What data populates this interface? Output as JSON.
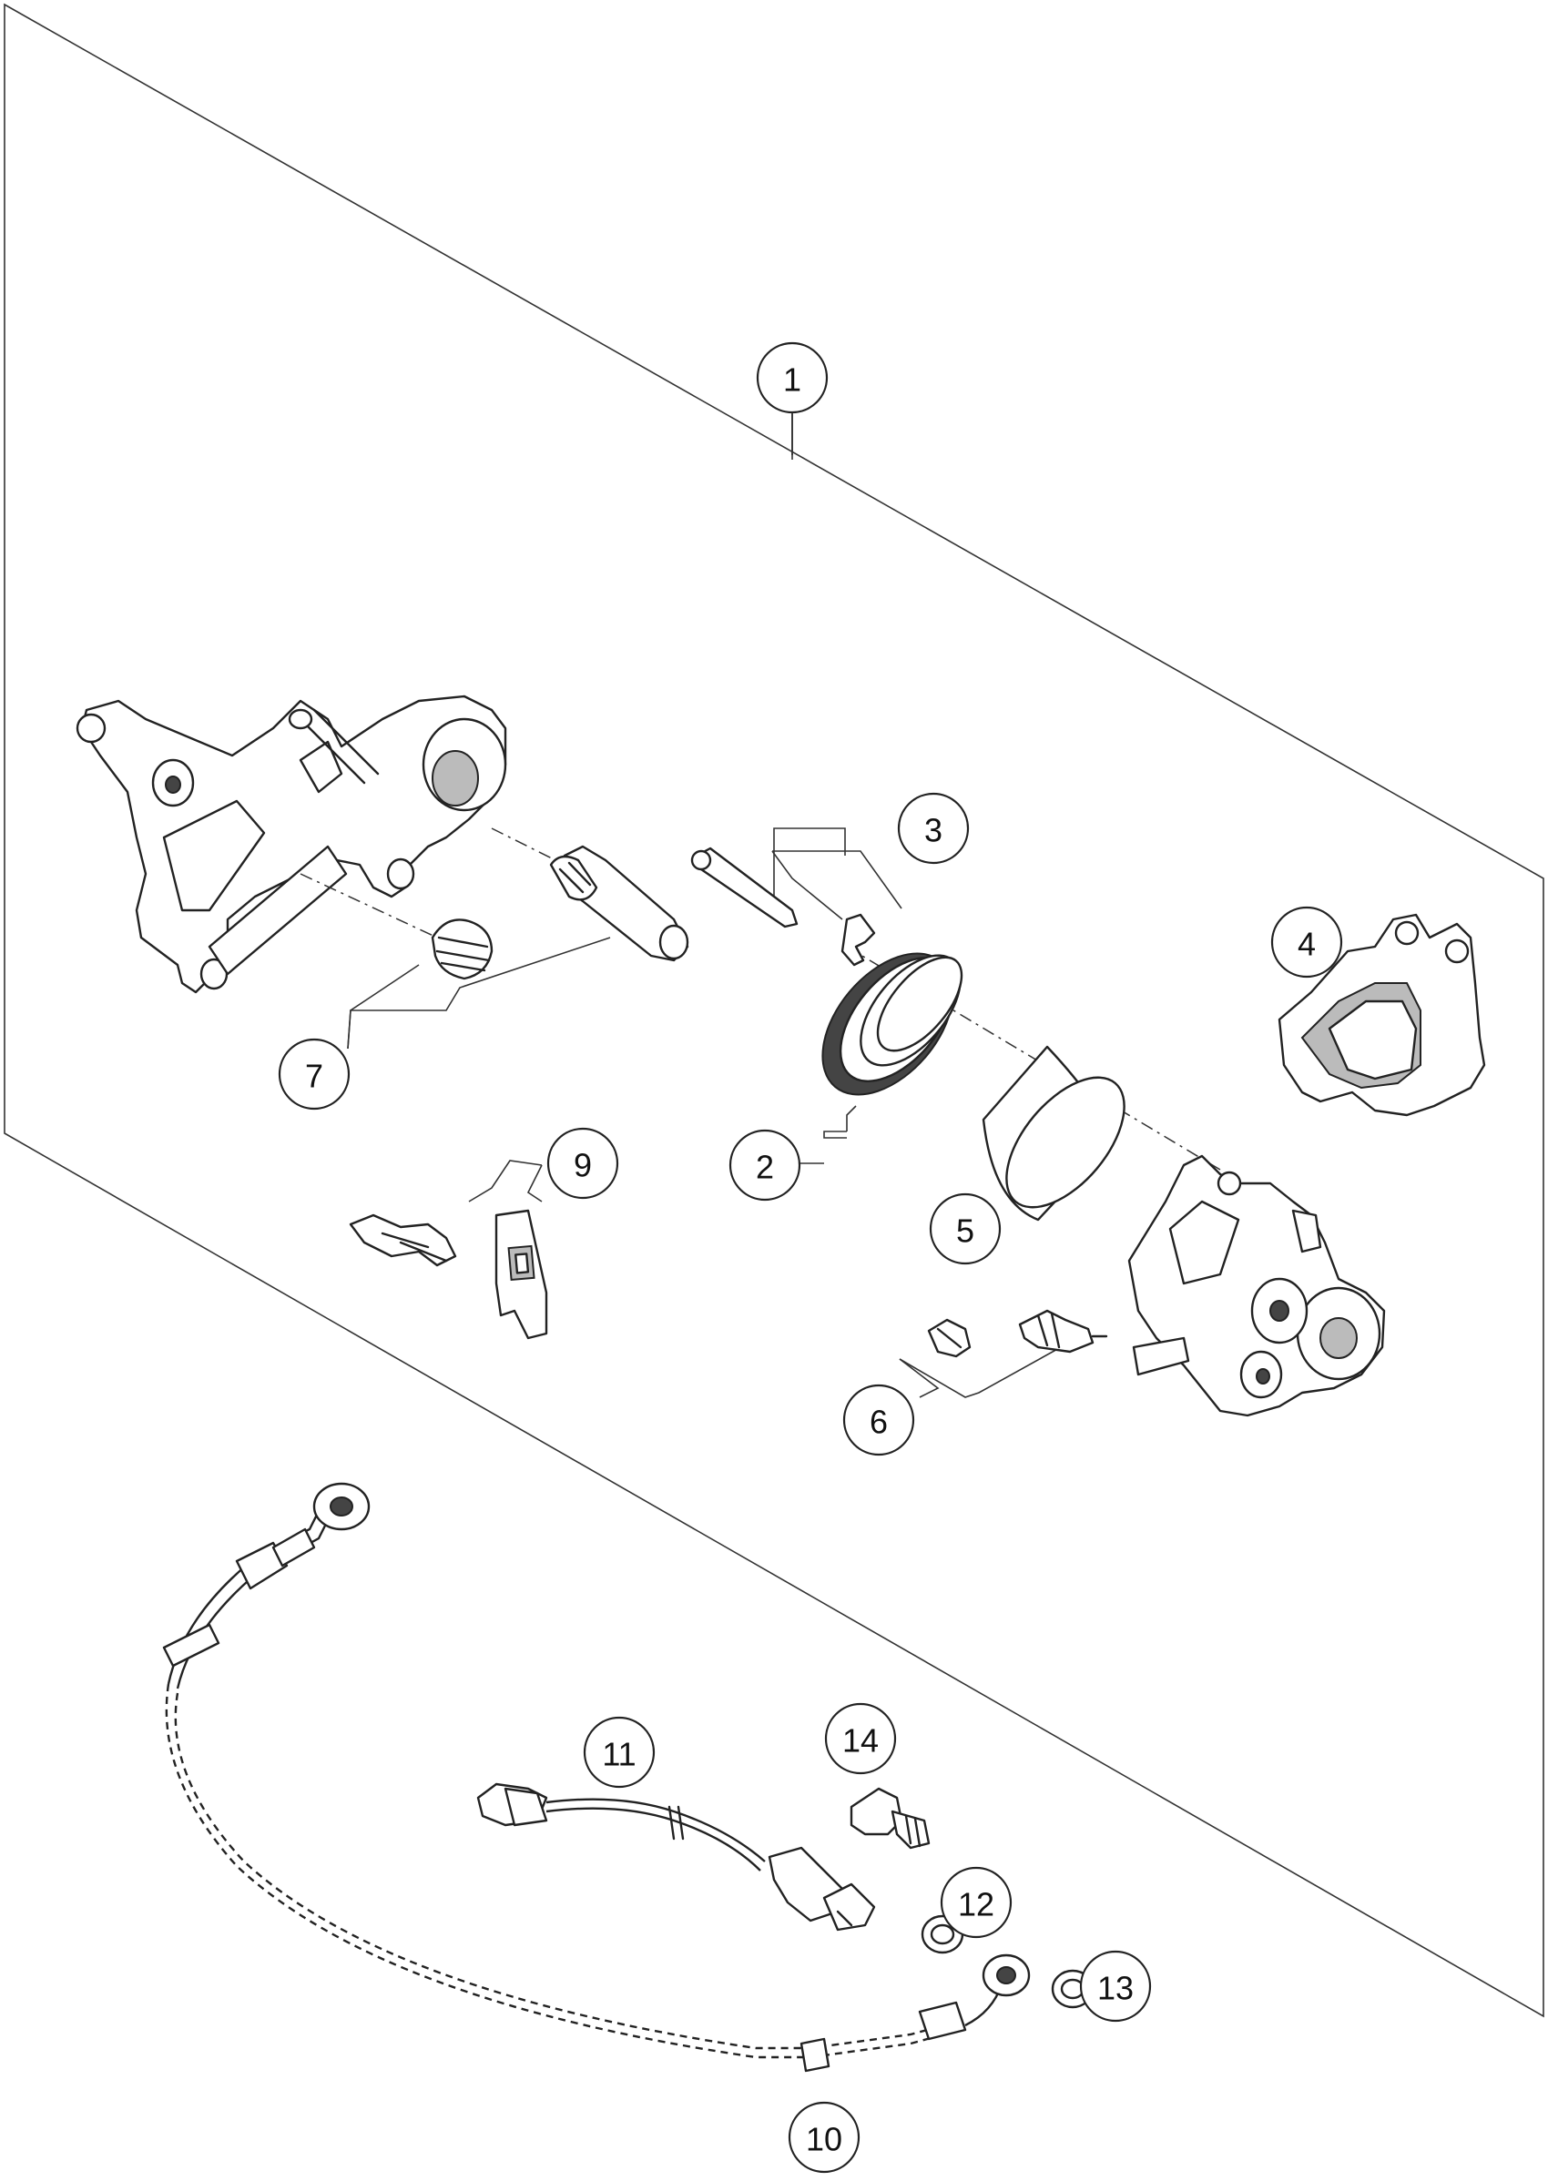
{
  "callouts": [
    {
      "id": "1",
      "label": "1"
    },
    {
      "id": "2",
      "label": "2"
    },
    {
      "id": "3",
      "label": "3"
    },
    {
      "id": "4",
      "label": "4"
    },
    {
      "id": "5",
      "label": "5"
    },
    {
      "id": "6",
      "label": "6"
    },
    {
      "id": "7",
      "label": "7"
    },
    {
      "id": "9",
      "label": "9"
    },
    {
      "id": "10",
      "label": "10"
    },
    {
      "id": "11",
      "label": "11"
    },
    {
      "id": "12",
      "label": "12"
    },
    {
      "id": "13",
      "label": "13"
    },
    {
      "id": "14",
      "label": "14"
    }
  ],
  "colors": {
    "line": "#222222",
    "background": "#ffffff"
  }
}
